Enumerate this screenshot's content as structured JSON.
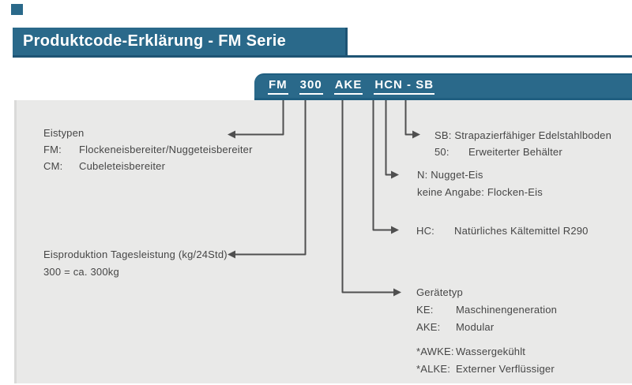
{
  "colors": {
    "teal": "#2a698a",
    "teal_dark": "#1e5474",
    "panel_background": "#e9e9e8",
    "text": "#464646",
    "connector_line": "#4f4f4f"
  },
  "header": {
    "title": "Produktcode-Erklärung - FM Serie"
  },
  "product_code": {
    "segments": [
      "FM",
      "300",
      "AKE",
      "HCN - SB"
    ]
  },
  "diagram": {
    "left": {
      "ice_types": {
        "title": "Eistypen",
        "rows": [
          {
            "code": "FM:",
            "desc": "Flockeneisbereiter/Nuggeteisbereiter"
          },
          {
            "code": "CM:",
            "desc": "Cubeleteisbereiter"
          }
        ]
      },
      "production": {
        "title": "Eisproduktion Tagesleistung (kg/24Std)",
        "note": "300 = ca. 300kg"
      }
    },
    "right": {
      "bin": {
        "line1": "SB: Strapazierfähiger Edelstahlboden",
        "row2": {
          "code": "50:",
          "desc": "Erweiterter Behälter"
        }
      },
      "ice_form": {
        "line1": "N: Nugget-Eis",
        "line2": "keine Angabe: Flocken-Eis"
      },
      "refrigerant": {
        "code": "HC:",
        "desc": "Natürliches Kältemittel R290"
      },
      "device_type": {
        "title": "Gerätetyp",
        "rows": [
          {
            "code": "KE:",
            "desc": "Maschinengeneration"
          },
          {
            "code": "AKE:",
            "desc": "Modular"
          },
          {
            "code": "*AWKE:",
            "desc": "Wassergekühlt"
          },
          {
            "code": "*ALKE:",
            "desc": "Externer Verflüssiger"
          }
        ]
      }
    }
  }
}
